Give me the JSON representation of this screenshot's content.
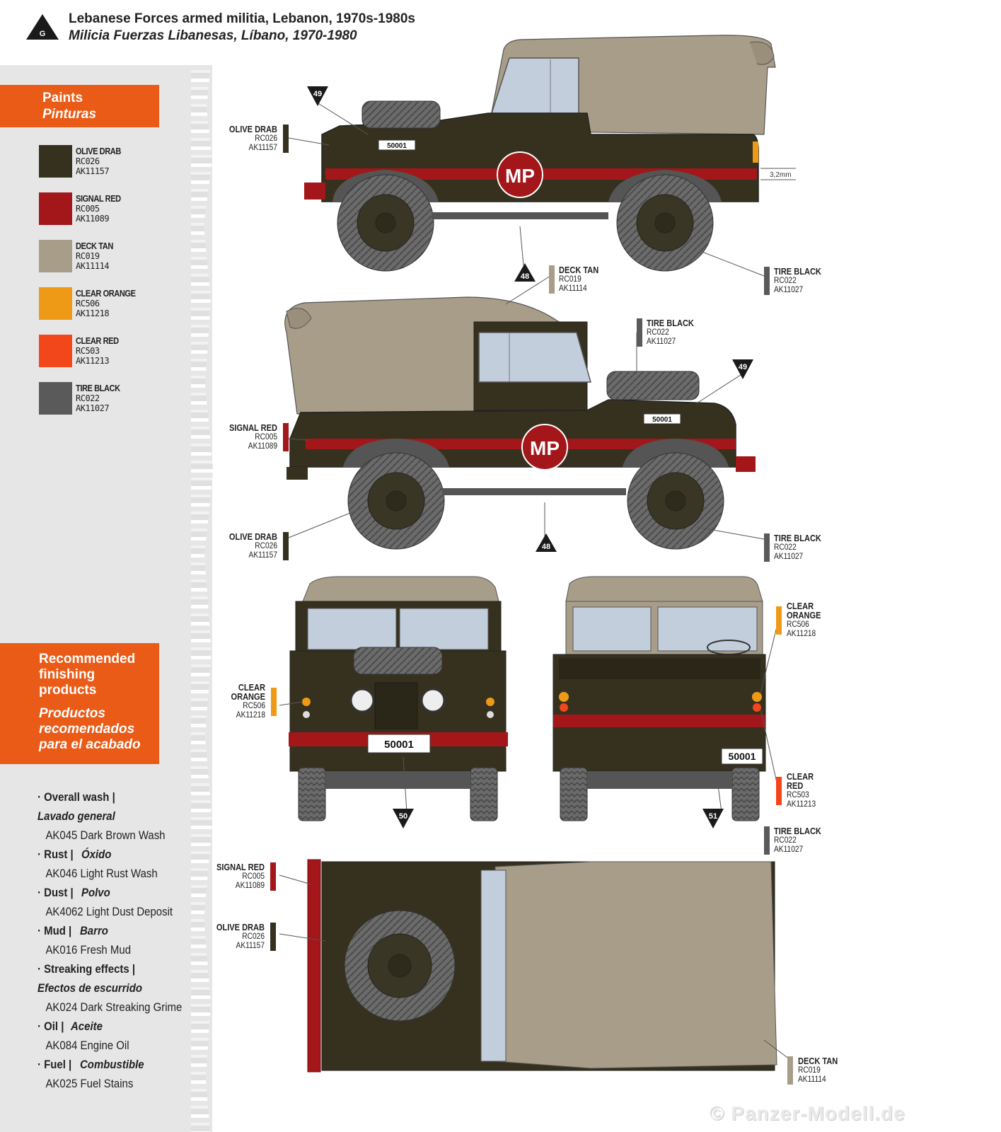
{
  "header": {
    "marker_letter": "G",
    "title_en": "Lebanese Forces armed militia, Lebanon, 1970s-1980s",
    "title_es": "Milicia Fuerzas Libanesas, Líbano, 1970-1980"
  },
  "paints": {
    "heading_en": "Paints",
    "heading_es": "Pinturas",
    "items": [
      {
        "name": "OLIVE DRAB",
        "rc": "RC026",
        "ak": "AK11157",
        "color": "#36311f"
      },
      {
        "name": "SIGNAL RED",
        "rc": "RC005",
        "ak": "AK11089",
        "color": "#a3161a"
      },
      {
        "name": "DECK TAN",
        "rc": "RC019",
        "ak": "AK11114",
        "color": "#a89d88"
      },
      {
        "name": "CLEAR ORANGE",
        "rc": "RC506",
        "ak": "AK11218",
        "color": "#ee9a16"
      },
      {
        "name": "CLEAR RED",
        "rc": "RC503",
        "ak": "AK11213",
        "color": "#f2461b"
      },
      {
        "name": "TIRE BLACK",
        "rc": "RC022",
        "ak": "AK11027",
        "color": "#5a5a5a"
      }
    ]
  },
  "finishing": {
    "heading_en": [
      "Recommended",
      "finishing",
      "products"
    ],
    "heading_es": [
      "Productos",
      "recomendados",
      "para el acabado"
    ],
    "items": [
      {
        "label": "· Overall wash |",
        "label_es": "Lavado general",
        "product": "AK045 Dark Brown Wash"
      },
      {
        "label": "· Rust |",
        "label_es": "Óxido",
        "product": "AK046 Light Rust Wash"
      },
      {
        "label": "· Dust |",
        "label_es": "Polvo",
        "product": "AK4062 Light Dust Deposit"
      },
      {
        "label": "· Mud |",
        "label_es": "Barro",
        "product": "AK016 Fresh Mud"
      },
      {
        "label": "· Streaking effects |",
        "label_es": "Efectos de escurrido",
        "product": "AK024 Dark Streaking Grime"
      },
      {
        "label": "· Oil |",
        "label_es": "Aceite",
        "product": "AK084 Engine Oil"
      },
      {
        "label": "· Fuel |",
        "label_es": "Combustible",
        "product": "AK025 Fuel Stains"
      }
    ]
  },
  "vehicle": {
    "marking": "MP",
    "plate": "50001",
    "dimension": "3,2mm"
  },
  "markers": [
    "49",
    "48",
    "49",
    "48",
    "50",
    "51"
  ],
  "callouts": {
    "v1_olive": {
      "name": "OLIVE DRAB",
      "rc": "RC026",
      "ak": "AK11157"
    },
    "v1_deck": {
      "name": "DECK TAN",
      "rc": "RC019",
      "ak": "AK11114"
    },
    "v1_tire": {
      "name": "TIRE BLACK",
      "rc": "RC022",
      "ak": "AK11027"
    },
    "v2_tire_top": {
      "name": "TIRE BLACK",
      "rc": "RC022",
      "ak": "AK11027"
    },
    "v2_red": {
      "name": "SIGNAL RED",
      "rc": "RC005",
      "ak": "AK11089"
    },
    "v2_olive": {
      "name": "OLIVE DRAB",
      "rc": "RC026",
      "ak": "AK11157"
    },
    "v2_tire": {
      "name": "TIRE BLACK",
      "rc": "RC022",
      "ak": "AK11027"
    },
    "front_orange": {
      "name1": "CLEAR",
      "name2": "ORANGE",
      "rc": "RC506",
      "ak": "AK11218"
    },
    "rear_orange": {
      "name1": "CLEAR",
      "name2": "ORANGE",
      "rc": "RC506",
      "ak": "AK11218"
    },
    "rear_red": {
      "name1": "CLEAR",
      "name2": "RED",
      "rc": "RC503",
      "ak": "AK11213"
    },
    "rear_tire": {
      "name": "TIRE BLACK",
      "rc": "RC022",
      "ak": "AK11027"
    },
    "top_red": {
      "name": "SIGNAL RED",
      "rc": "RC005",
      "ak": "AK11089"
    },
    "top_olive": {
      "name": "OLIVE DRAB",
      "rc": "RC026",
      "ak": "AK11157"
    },
    "top_deck": {
      "name": "DECK TAN",
      "rc": "RC019",
      "ak": "AK11114"
    }
  },
  "watermark": "© Panzer-Modell.de"
}
